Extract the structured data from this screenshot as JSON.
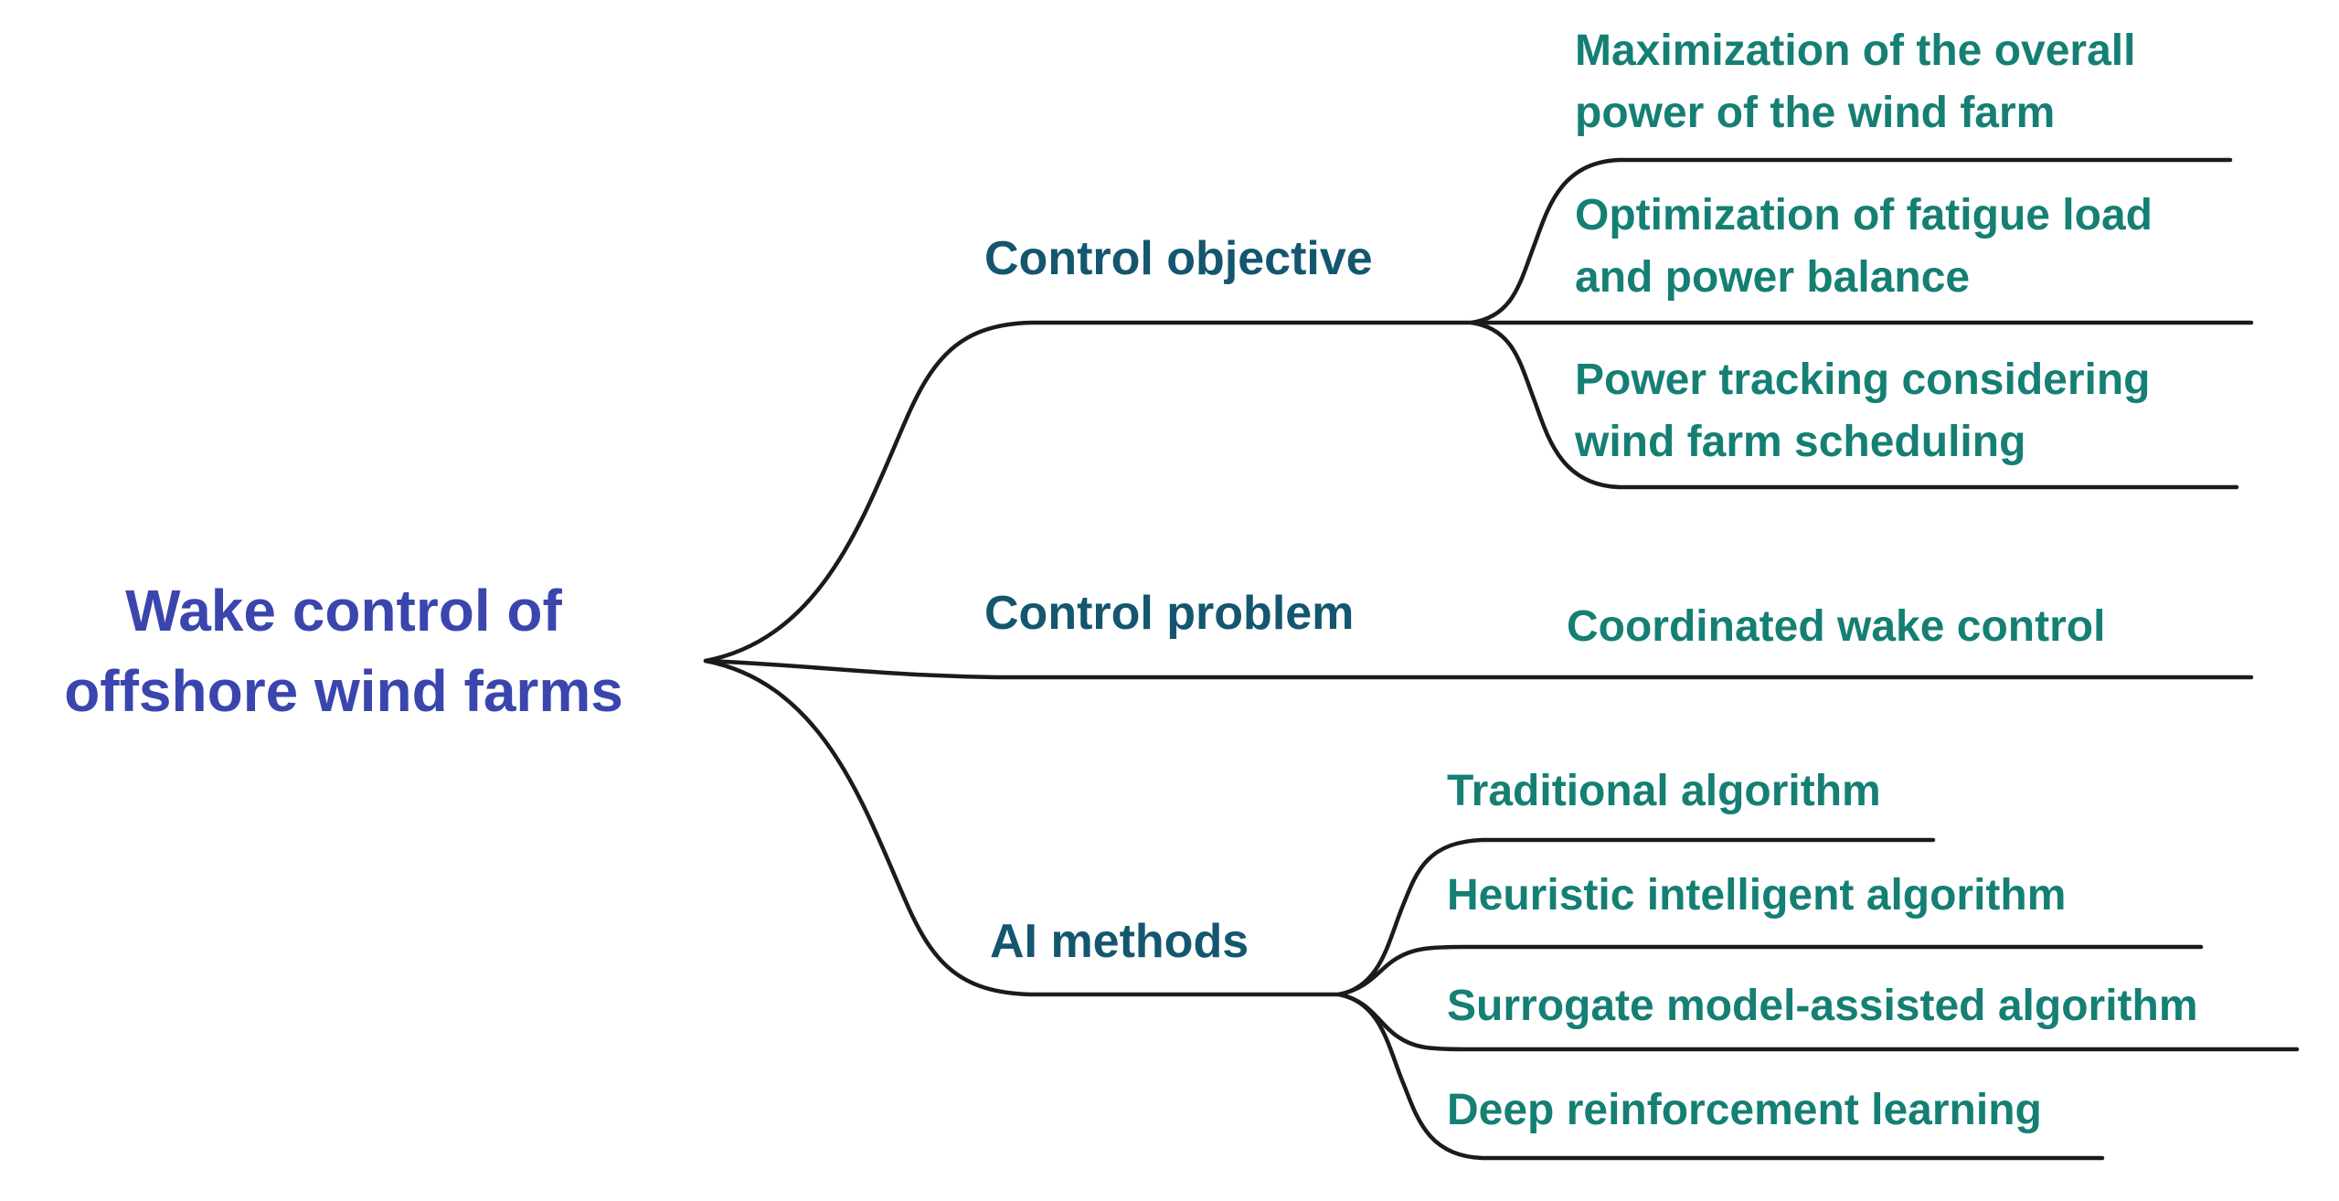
{
  "palette": {
    "root_text_color": "#3A46AE",
    "branch_text_color": "#14566F",
    "leaf_text_color": "#157F74",
    "connector_color": "#1B1B1B",
    "background_color": "#FFFFFF"
  },
  "mindmap": {
    "root": {
      "lines": [
        "Wake control of",
        "offshore wind farms"
      ]
    },
    "branches": [
      {
        "label": "Control objective",
        "children": [
          {
            "lines": [
              "Maximization of the overall",
              "power of the wind farm"
            ]
          },
          {
            "lines": [
              "Optimization of fatigue load",
              "and power balance"
            ]
          },
          {
            "lines": [
              "Power tracking considering",
              "wind farm scheduling"
            ]
          }
        ]
      },
      {
        "label": "Control problem",
        "children": [
          {
            "lines": [
              "Coordinated wake control"
            ]
          }
        ]
      },
      {
        "label": "AI methods",
        "children": [
          {
            "lines": [
              "Traditional algorithm"
            ]
          },
          {
            "lines": [
              "Heuristic intelligent algorithm"
            ]
          },
          {
            "lines": [
              "Surrogate model-assisted algorithm"
            ]
          },
          {
            "lines": [
              "Deep reinforcement learning"
            ]
          }
        ]
      }
    ]
  }
}
